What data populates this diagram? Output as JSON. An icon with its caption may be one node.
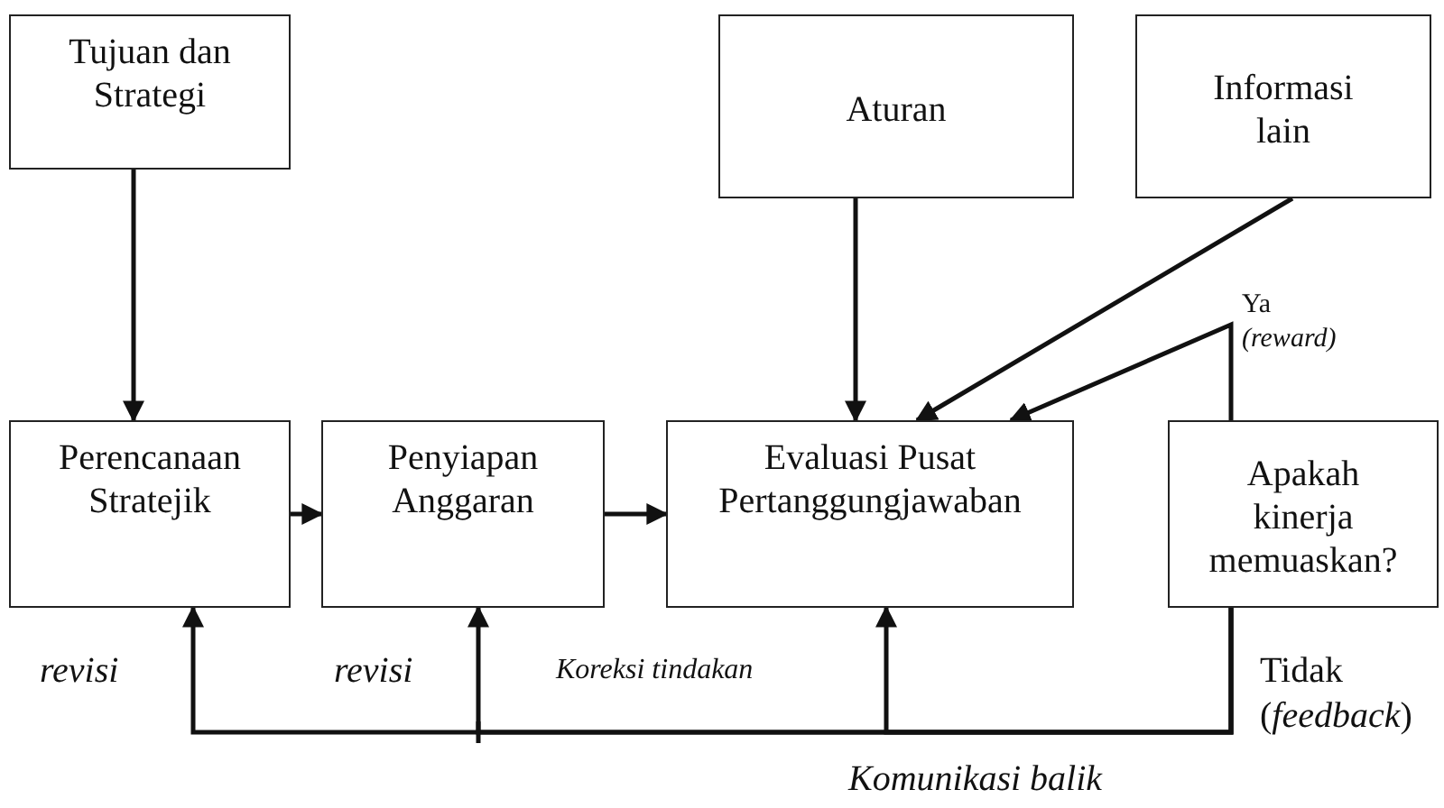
{
  "diagram": {
    "nodes": [
      {
        "text": [
          "Tujuan dan Strategi"
        ]
      },
      {
        "text": [
          "Aturan"
        ]
      },
      {
        "text": [
          "Informasi lain"
        ]
      },
      {
        "text": [
          "Perencanaan Stratejik"
        ]
      },
      {
        "text": [
          "Penyiapan Anggaran"
        ]
      },
      {
        "text": [
          "Evaluasi Pusat Pertanggungjawaban"
        ]
      },
      {
        "text": [
          "Apakah kinerja memuaskan?"
        ]
      }
    ],
    "edges": [
      {
        "from": 0,
        "to": 3,
        "arrow": "to"
      },
      {
        "from": 3,
        "to": 4,
        "arrow": "to"
      },
      {
        "from": 4,
        "to": 5,
        "arrow": "to"
      },
      {
        "from": 1,
        "to": 5,
        "arrow": "to"
      },
      {
        "from": 2,
        "to": 5,
        "arrow": "to"
      },
      {
        "from": 6,
        "to": 5,
        "arrow": "to",
        "label": "Ya *(reward)*"
      },
      {
        "from": 6,
        "to": 3,
        "arrow": "to",
        "label": "*revisi*"
      },
      {
        "from": 6,
        "to": 4,
        "arrow": "to",
        "label": "*revisi*"
      },
      {
        "from": 6,
        "to": 5,
        "arrow": "to",
        "label": "*Koreksi tindakan*"
      }
    ],
    "labels": [
      "Tidak (*feedback*)",
      "*Komunikasi balik*"
    ]
  }
}
